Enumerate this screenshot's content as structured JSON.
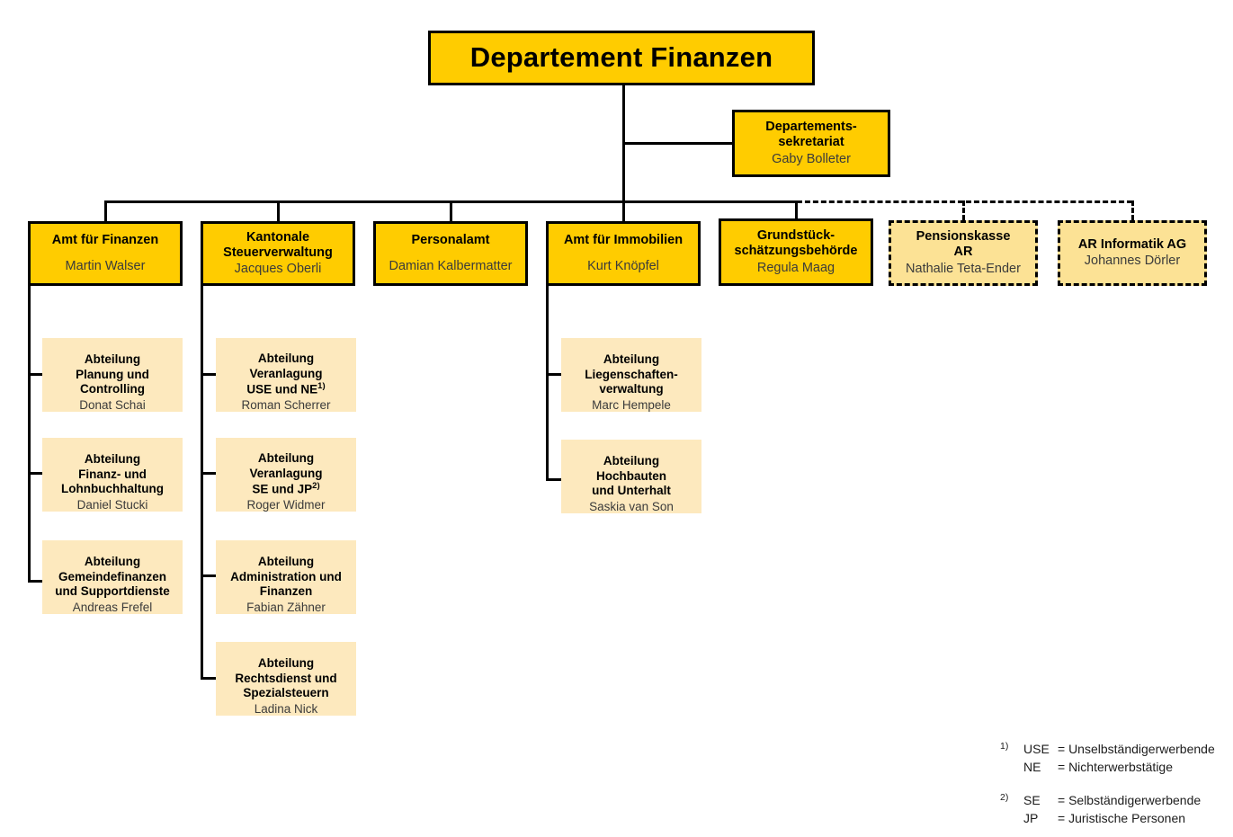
{
  "root": {
    "title": "Departement Finanzen"
  },
  "secretariat": {
    "title": "Departements-\nsekretariat",
    "person": "Gaby Bolleter"
  },
  "offices": [
    {
      "title": "Amt für Finanzen",
      "person": "Martin Walser"
    },
    {
      "title": "Kantonale\nSteuerverwaltung",
      "person": "Jacques Oberli"
    },
    {
      "title": "Personalamt",
      "person": "Damian Kalbermatter"
    },
    {
      "title": "Amt für Immobilien",
      "person": "Kurt Knöpfel"
    },
    {
      "title": "Grundstück-\nschätzungsbehörde",
      "person": "Regula Maag"
    }
  ],
  "external": [
    {
      "title": "Pensionskasse\nAR",
      "person": "Nathalie Teta-Ender"
    },
    {
      "title": "AR Informatik AG",
      "person": "Johannes Dörler"
    }
  ],
  "departments": {
    "finanzen": [
      {
        "title": "Abteilung\nPlanung und\nControlling",
        "person": "Donat Schai",
        "footnote": ""
      },
      {
        "title": "Abteilung\nFinanz- und\nLohnbuchhaltung",
        "person": "Daniel Stucki",
        "footnote": ""
      },
      {
        "title": "Abteilung\nGemeindefinanzen\nund Supportdienste",
        "person": "Andreas Frefel",
        "footnote": ""
      }
    ],
    "steuerverwaltung": [
      {
        "title": "Abteilung\nVeranlagung\nUSE und NE",
        "person": "Roman Scherrer",
        "footnote": "1)"
      },
      {
        "title": "Abteilung\nVeranlagung\nSE und JP",
        "person": "Roger Widmer",
        "footnote": "2)"
      },
      {
        "title": "Abteilung\nAdministration und\nFinanzen",
        "person": "Fabian Zähner",
        "footnote": ""
      },
      {
        "title": "Abteilung\nRechtsdienst und\nSpezialsteuern",
        "person": "Ladina Nick",
        "footnote": ""
      }
    ],
    "immobilien": [
      {
        "title": "Abteilung\nLiegenschaften-\nverwaltung",
        "person": "Marc Hempele",
        "footnote": ""
      },
      {
        "title": "Abteilung\nHochbauten\nund Unterhalt",
        "person": "Saskia van Son",
        "footnote": ""
      }
    ]
  },
  "legend": [
    {
      "marker": "1)",
      "rows": [
        {
          "abbr": "USE",
          "def": "= Unselbständigerwerbende"
        },
        {
          "abbr": "NE",
          "def": "= Nichterwerbstätige"
        }
      ]
    },
    {
      "marker": "2)",
      "rows": [
        {
          "abbr": "SE",
          "def": "= Selbständigerwerbende"
        },
        {
          "abbr": "JP",
          "def": "= Juristische Personen"
        }
      ]
    }
  ],
  "colors": {
    "primary_box_fill": "#FFCC00",
    "external_box_fill": "#FCE295",
    "department_box_fill": "#FDE9BE",
    "border": "#000000",
    "person_text": "#3B3B3B"
  }
}
